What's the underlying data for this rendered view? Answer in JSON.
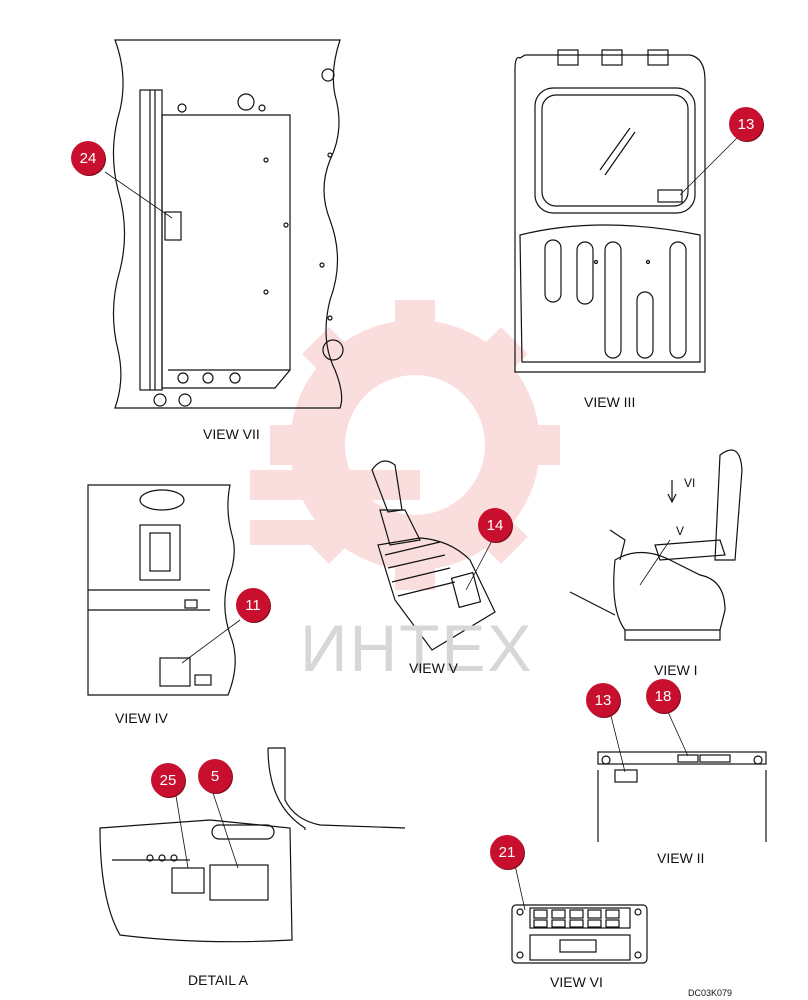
{
  "views": {
    "view_vii": "VIEW VII",
    "view_iii": "VIEW III",
    "view_iv": "VIEW IV",
    "view_v": "VIEW V",
    "view_i": "VIEW I",
    "view_ii": "VIEW II",
    "view_vi": "VIEW VI",
    "detail_a": "DETAIL A"
  },
  "callouts": {
    "c24": "24",
    "c13_top": "13",
    "c11": "11",
    "c14": "14",
    "c13_bottom": "13",
    "c18": "18",
    "c25": "25",
    "c5": "5",
    "c21": "21"
  },
  "arrows": {
    "vi_marker": "VI",
    "v_marker": "V"
  },
  "watermark": "ИНТЕХ",
  "drawing_code": "DC03K079",
  "colors": {
    "callout": "#c8102e",
    "watermark": "#f2b5b5"
  }
}
